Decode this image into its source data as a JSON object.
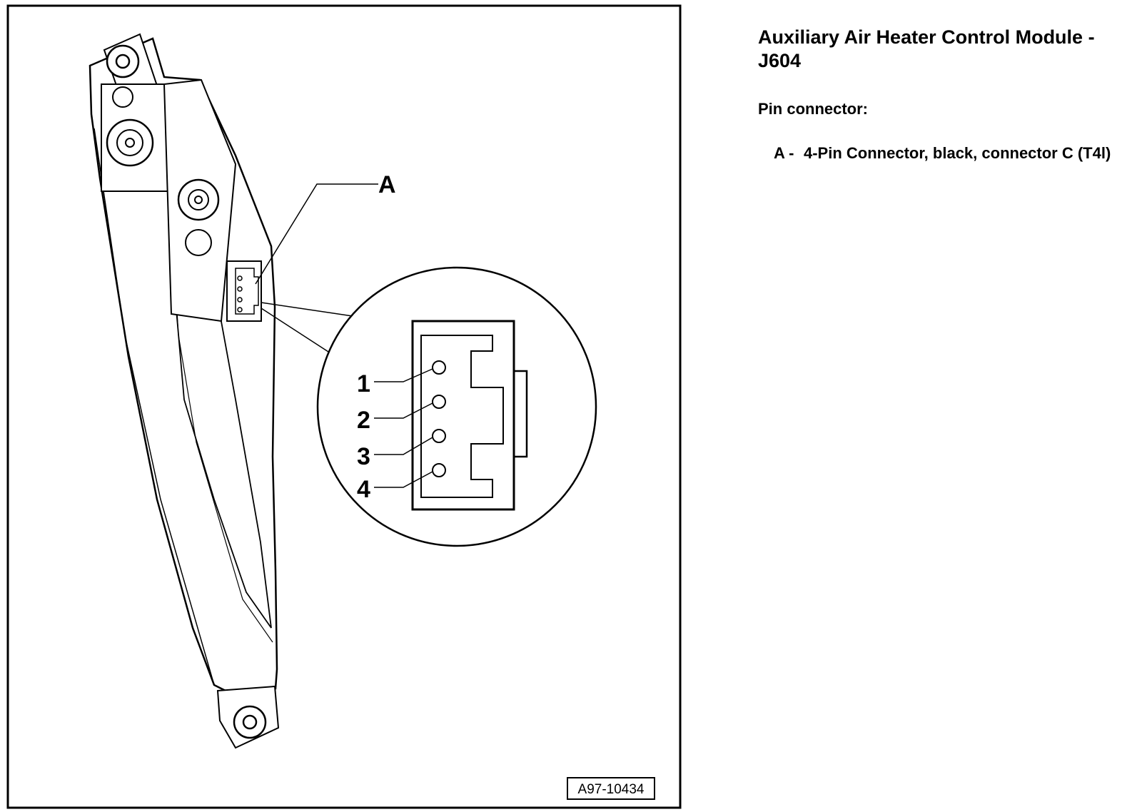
{
  "heading": {
    "title": "Auxiliary Air Heater Control Module - J604"
  },
  "section": {
    "subhead": "Pin connector:"
  },
  "legend": [
    {
      "key": "A -",
      "text": "4-Pin  Connector,  black,  connector  C (T4l)"
    }
  ],
  "diagram": {
    "callout_label": "A",
    "pins": [
      "1",
      "2",
      "3",
      "4"
    ],
    "figure_ref": "A97-10434"
  }
}
